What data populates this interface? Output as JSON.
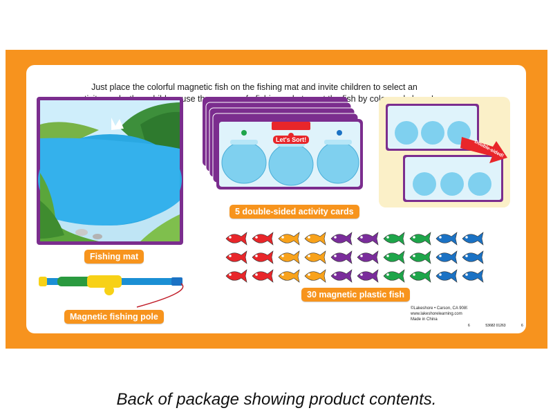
{
  "intro": {
    "line1": "Just place the colorful magnetic fish on the fishing mat and invite children to select an",
    "line2": "activity card—then children use the super-safe fishing pole to sort the fish by color and shape!"
  },
  "labels": {
    "fishing_mat": "Fishing mat",
    "activity_cards": "5 double-sided activity cards",
    "fishing_pole": "Magnetic fishing pole",
    "fish": "30 magnetic plastic fish"
  },
  "card": {
    "title": "Let's Sort!",
    "double_sided": "Double-sided!"
  },
  "fish_colors": [
    "#e8262a",
    "#f8a21b",
    "#7a2d9b",
    "#1ea54a",
    "#1b72c4"
  ],
  "legal": {
    "line1": "©Lakeshore • Carson, CA 90895",
    "line2": "www.lakeshorelearning.com",
    "line3": "Made in China"
  },
  "barcode": {
    "left_digit": "6",
    "middle": "53682 01263",
    "right_digit": "6"
  },
  "caption": "Back of package showing product contents."
}
